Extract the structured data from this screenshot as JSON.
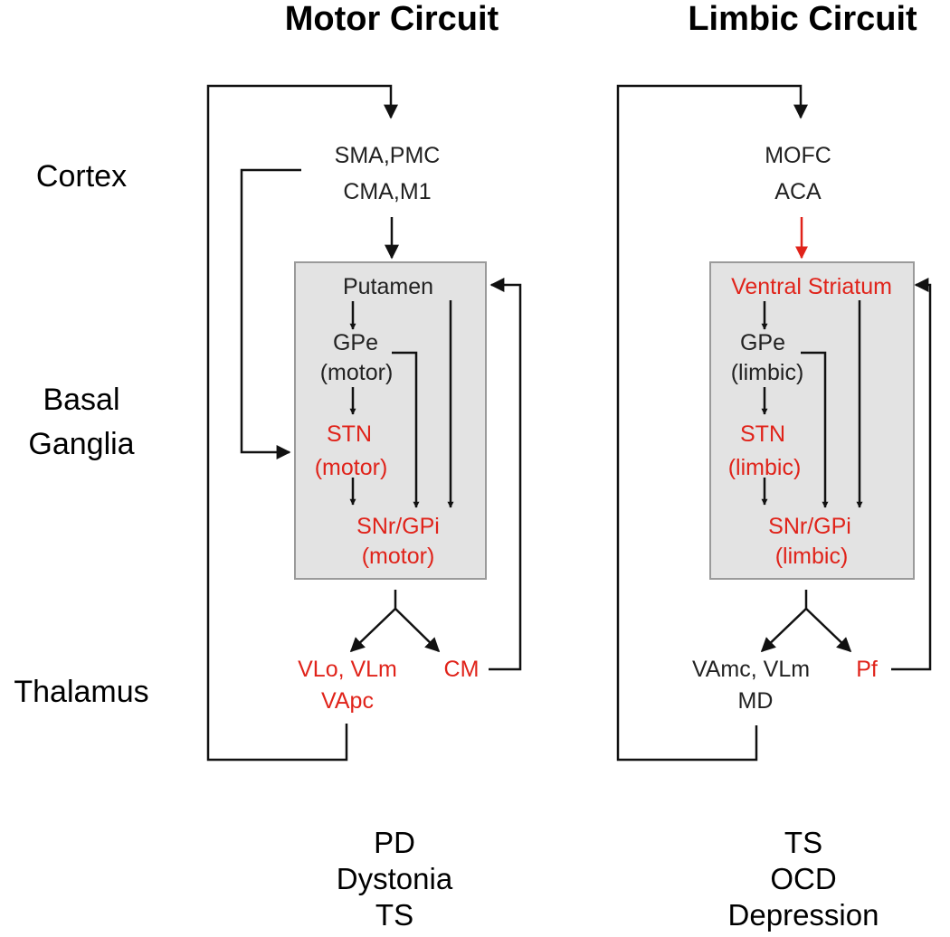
{
  "titles": {
    "motor": "Motor Circuit",
    "limbic": "Limbic Circuit"
  },
  "rows": {
    "cortex": "Cortex",
    "basal_ganglia_1": "Basal",
    "basal_ganglia_2": "Ganglia",
    "thalamus": "Thalamus"
  },
  "motor": {
    "cortex_1": "SMA,PMC",
    "cortex_2": "CMA,M1",
    "striatum": "Putamen",
    "gpe_1": "GPe",
    "gpe_2": "(motor)",
    "stn_1": "STN",
    "stn_2": "(motor)",
    "output_1": "SNr/GPi",
    "output_2": "(motor)",
    "thal_1": "VLo, VLm",
    "thal_2": "VApc",
    "thal_cm": "CM",
    "disorders": [
      "PD",
      "Dystonia",
      "TS"
    ]
  },
  "limbic": {
    "cortex_1": "MOFC",
    "cortex_2": "ACA",
    "striatum": "Ventral Striatum",
    "gpe_1": "GPe",
    "gpe_2": "(limbic)",
    "stn_1": "STN",
    "stn_2": "(limbic)",
    "output_1": "SNr/GPi",
    "output_2": "(limbic)",
    "thal_1": "VAmc, VLm",
    "thal_2": "MD",
    "thal_pf": "Pf",
    "disorders": [
      "TS",
      "OCD",
      "Depression"
    ]
  },
  "colors": {
    "highlight": "#e0231a",
    "text": "#222222",
    "box_fill": "#e3e3e3",
    "box_border": "#9a9a9a",
    "line": "#111111"
  }
}
